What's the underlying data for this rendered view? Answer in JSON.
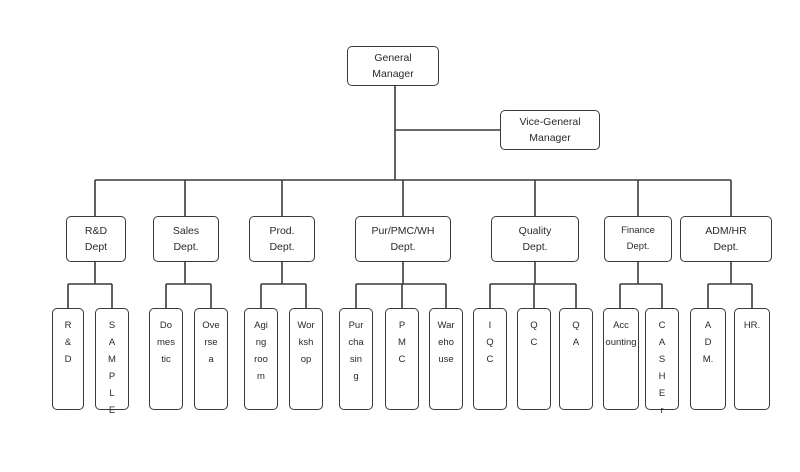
{
  "general_manager": "General\nManager",
  "vice_general_manager": "Vice-General\nManager",
  "departments": [
    {
      "id": "rd",
      "label": "R&D\nDept",
      "units": [
        "R\n&\nD",
        "S\nA\nM\nP\nL\nE"
      ]
    },
    {
      "id": "sales",
      "label": "Sales\nDept.",
      "units": [
        "Do\nmes\ntic",
        "Ove\nrse\na"
      ]
    },
    {
      "id": "prod",
      "label": "Prod.\nDept.",
      "units": [
        "Agi\nng\nroo\nm",
        "Wor\nksh\nop"
      ]
    },
    {
      "id": "pur",
      "label": "Pur/PMC/WH\nDept.",
      "units": [
        "Pur\ncha\nsin\ng",
        "P\nM\nC",
        "War\neho\nuse"
      ]
    },
    {
      "id": "quality",
      "label": "Quality\nDept.",
      "units": [
        "I\nQ\nC",
        "Q\nC",
        "Q\nA"
      ]
    },
    {
      "id": "finance",
      "label": "Finance\nDept.",
      "units": [
        "Acc\nounting\n",
        "C\nA\nS\nH\nE\nr"
      ]
    },
    {
      "id": "adm",
      "label": "ADM/HR\nDept.",
      "units": [
        "A\nD\nM.",
        "HR."
      ]
    }
  ]
}
